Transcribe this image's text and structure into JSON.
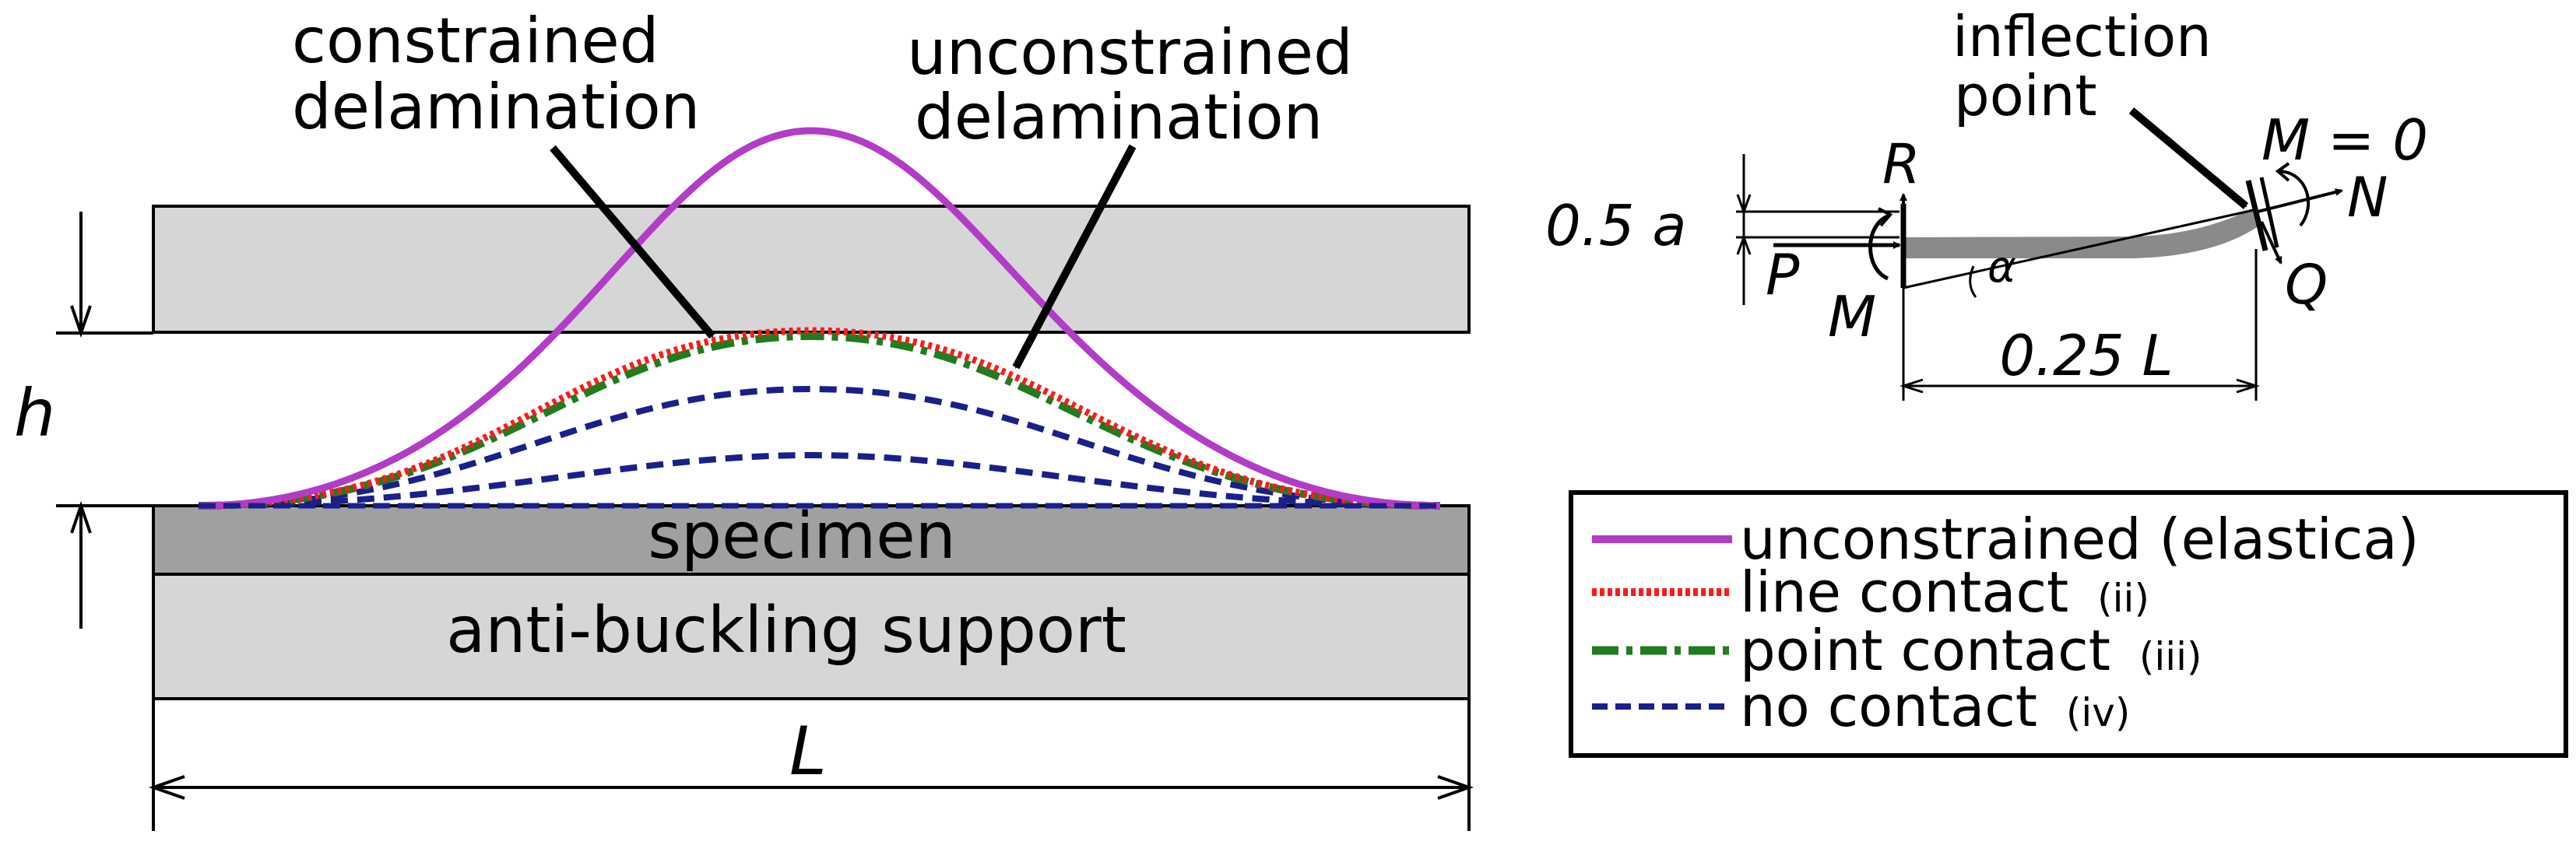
{
  "labels": {
    "constrained_line1": "constrained",
    "constrained_line2": "delamination",
    "unconstrained_line1": "unconstrained",
    "unconstrained_line2": "delamination",
    "h": "h",
    "specimen": "specimen",
    "support": "anti-buckling support",
    "L": "L"
  },
  "inset": {
    "inflection_line1": "inflection",
    "inflection_line2": "point",
    "M_eq_0": "M = 0",
    "R": "R",
    "N": "N",
    "half_a": "0.5 a",
    "P": "P",
    "M": "M",
    "Q": "Q",
    "alpha": "α",
    "quarter_L": "0.25 L"
  },
  "legend": {
    "items": [
      {
        "main": "unconstrained (elastica)",
        "tag": "",
        "color": "#b23cc7",
        "style": "solid"
      },
      {
        "main": "line contact",
        "tag": "(ii)",
        "color": "#ff1a1a",
        "style": "dotted"
      },
      {
        "main": "point contact",
        "tag": "(iii)",
        "color": "#1e7d1e",
        "style": "dashdot"
      },
      {
        "main": "no contact",
        "tag": "(iv)",
        "color": "#1a1f8c",
        "style": "dashed"
      }
    ]
  },
  "colors": {
    "plate_light": "#d6d6d6",
    "specimen": "#a0a0a0",
    "elastica": "#b23cc7",
    "line_contact": "#ff1a1a",
    "point_contact": "#1e7d1e",
    "no_contact": "#1a1f8c"
  }
}
